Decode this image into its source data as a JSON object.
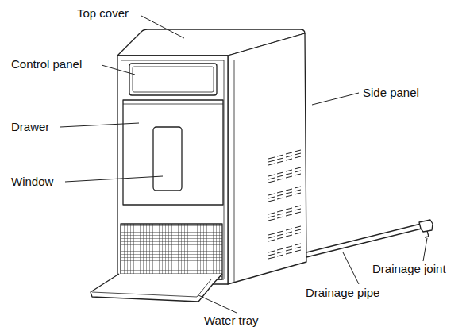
{
  "diagram": {
    "labels": [
      "Top cover",
      "Control panel",
      "Side panel",
      "Drawer",
      "Window",
      "Drainage joint",
      "Drainage pipe",
      "Water tray"
    ]
  }
}
